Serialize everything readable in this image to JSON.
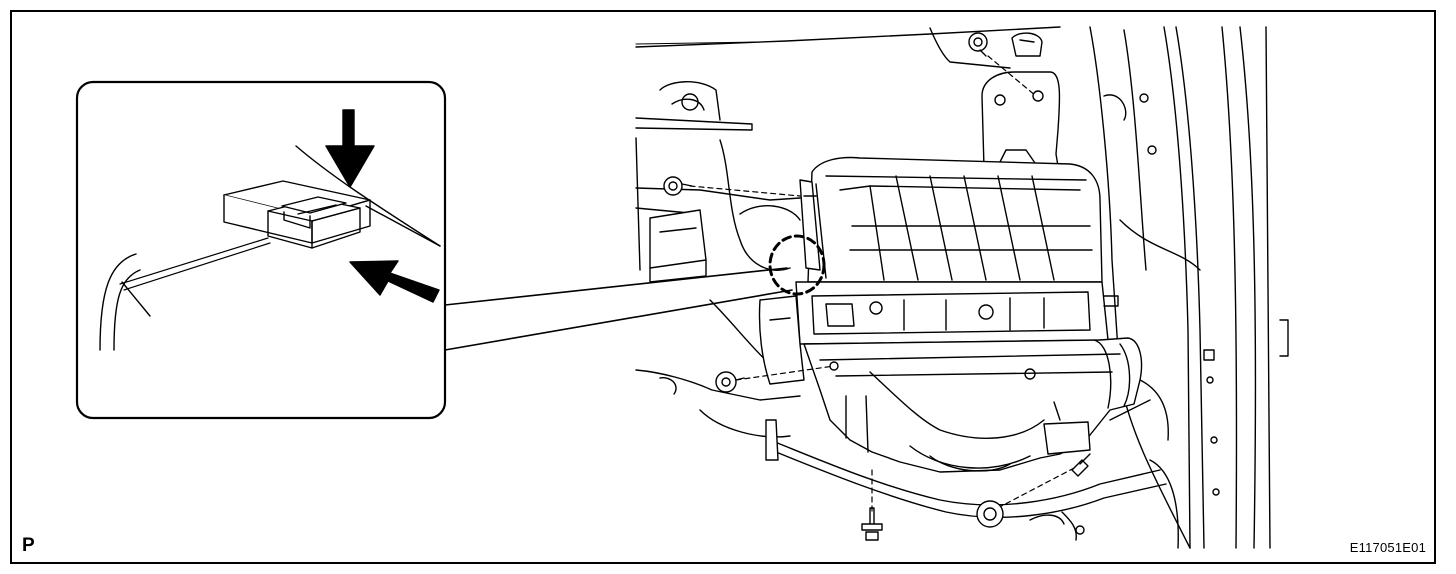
{
  "figure": {
    "corner_letter": "P",
    "code": "E117051E01"
  },
  "colors": {
    "line": "#000000",
    "background": "#ffffff"
  },
  "icons": [
    "push-arrow-icon",
    "slide-arrow-icon",
    "bolt-icon",
    "nut-icon",
    "dashed-circle-callout"
  ]
}
